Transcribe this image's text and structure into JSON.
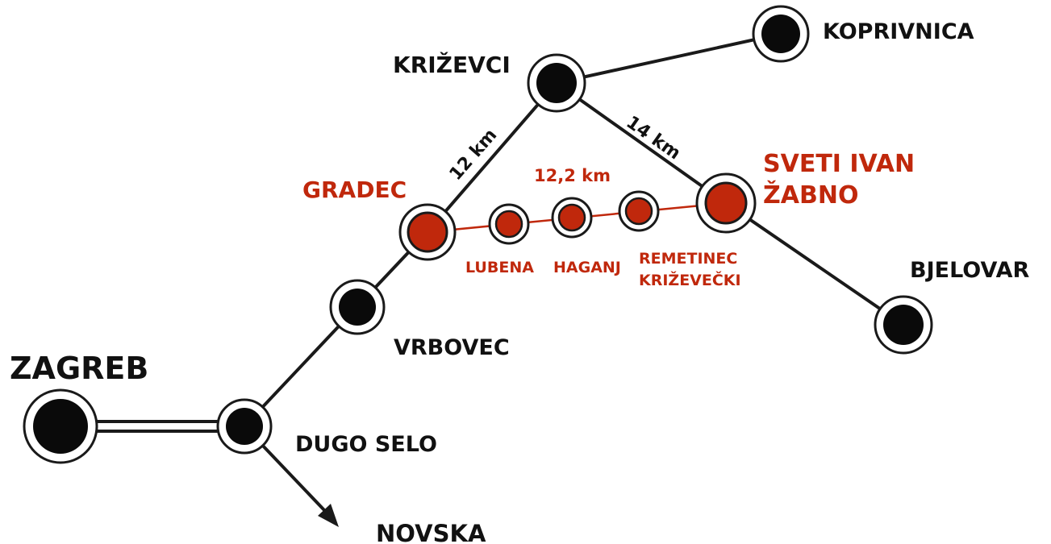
{
  "colors": {
    "line": "#1a1a1a",
    "red": "#c0280c",
    "node_fill": "#0a0a0a",
    "ring": "#1a1a1a",
    "bg": "#ffffff"
  },
  "stations": {
    "zagreb": "ZAGREB",
    "dugo_selo": "DUGO SELO",
    "novska": "NOVSKA",
    "vrbovec": "VRBOVEC",
    "gradec": "GRADEC",
    "krizevci": "KRIŽEVCI",
    "koprivnica": "KOPRIVNICA",
    "sveti_ivan_line1": "SVETI IVAN",
    "sveti_ivan_line2": "ŽABNO",
    "bjelovar": "BJELOVAR",
    "lubena": "LUBENA",
    "haganj": "HAGANJ",
    "remetinec_line1": "REMETINEC",
    "remetinec_line2": "KRIŽEVEČKI"
  },
  "distances": {
    "gradec_krizevci": "12 km",
    "krizevci_sveti_ivan": "14 km",
    "gradec_sveti_ivan": "12,2 km"
  }
}
